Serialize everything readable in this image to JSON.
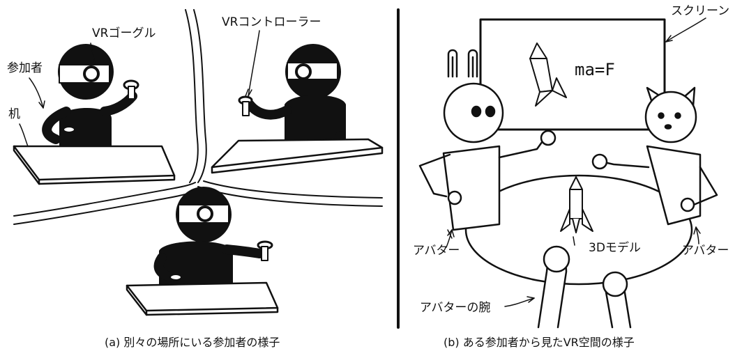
{
  "panel_a": {
    "labels": {
      "goggles": "VRゴーグル",
      "participant": "参加者",
      "desk": "机",
      "controller": "VRコントローラー"
    },
    "caption": "(a) 別々の場所にいる参加者の様子"
  },
  "panel_b": {
    "labels": {
      "screen": "スクリーン",
      "avatar_left": "アバター",
      "model_3d": "3Dモデル",
      "avatar_right": "アバター",
      "avatar_arm": "アバターの腕"
    },
    "screen_text": "ma=F",
    "caption": "(b) ある参加者から見たVR空間の様子"
  }
}
